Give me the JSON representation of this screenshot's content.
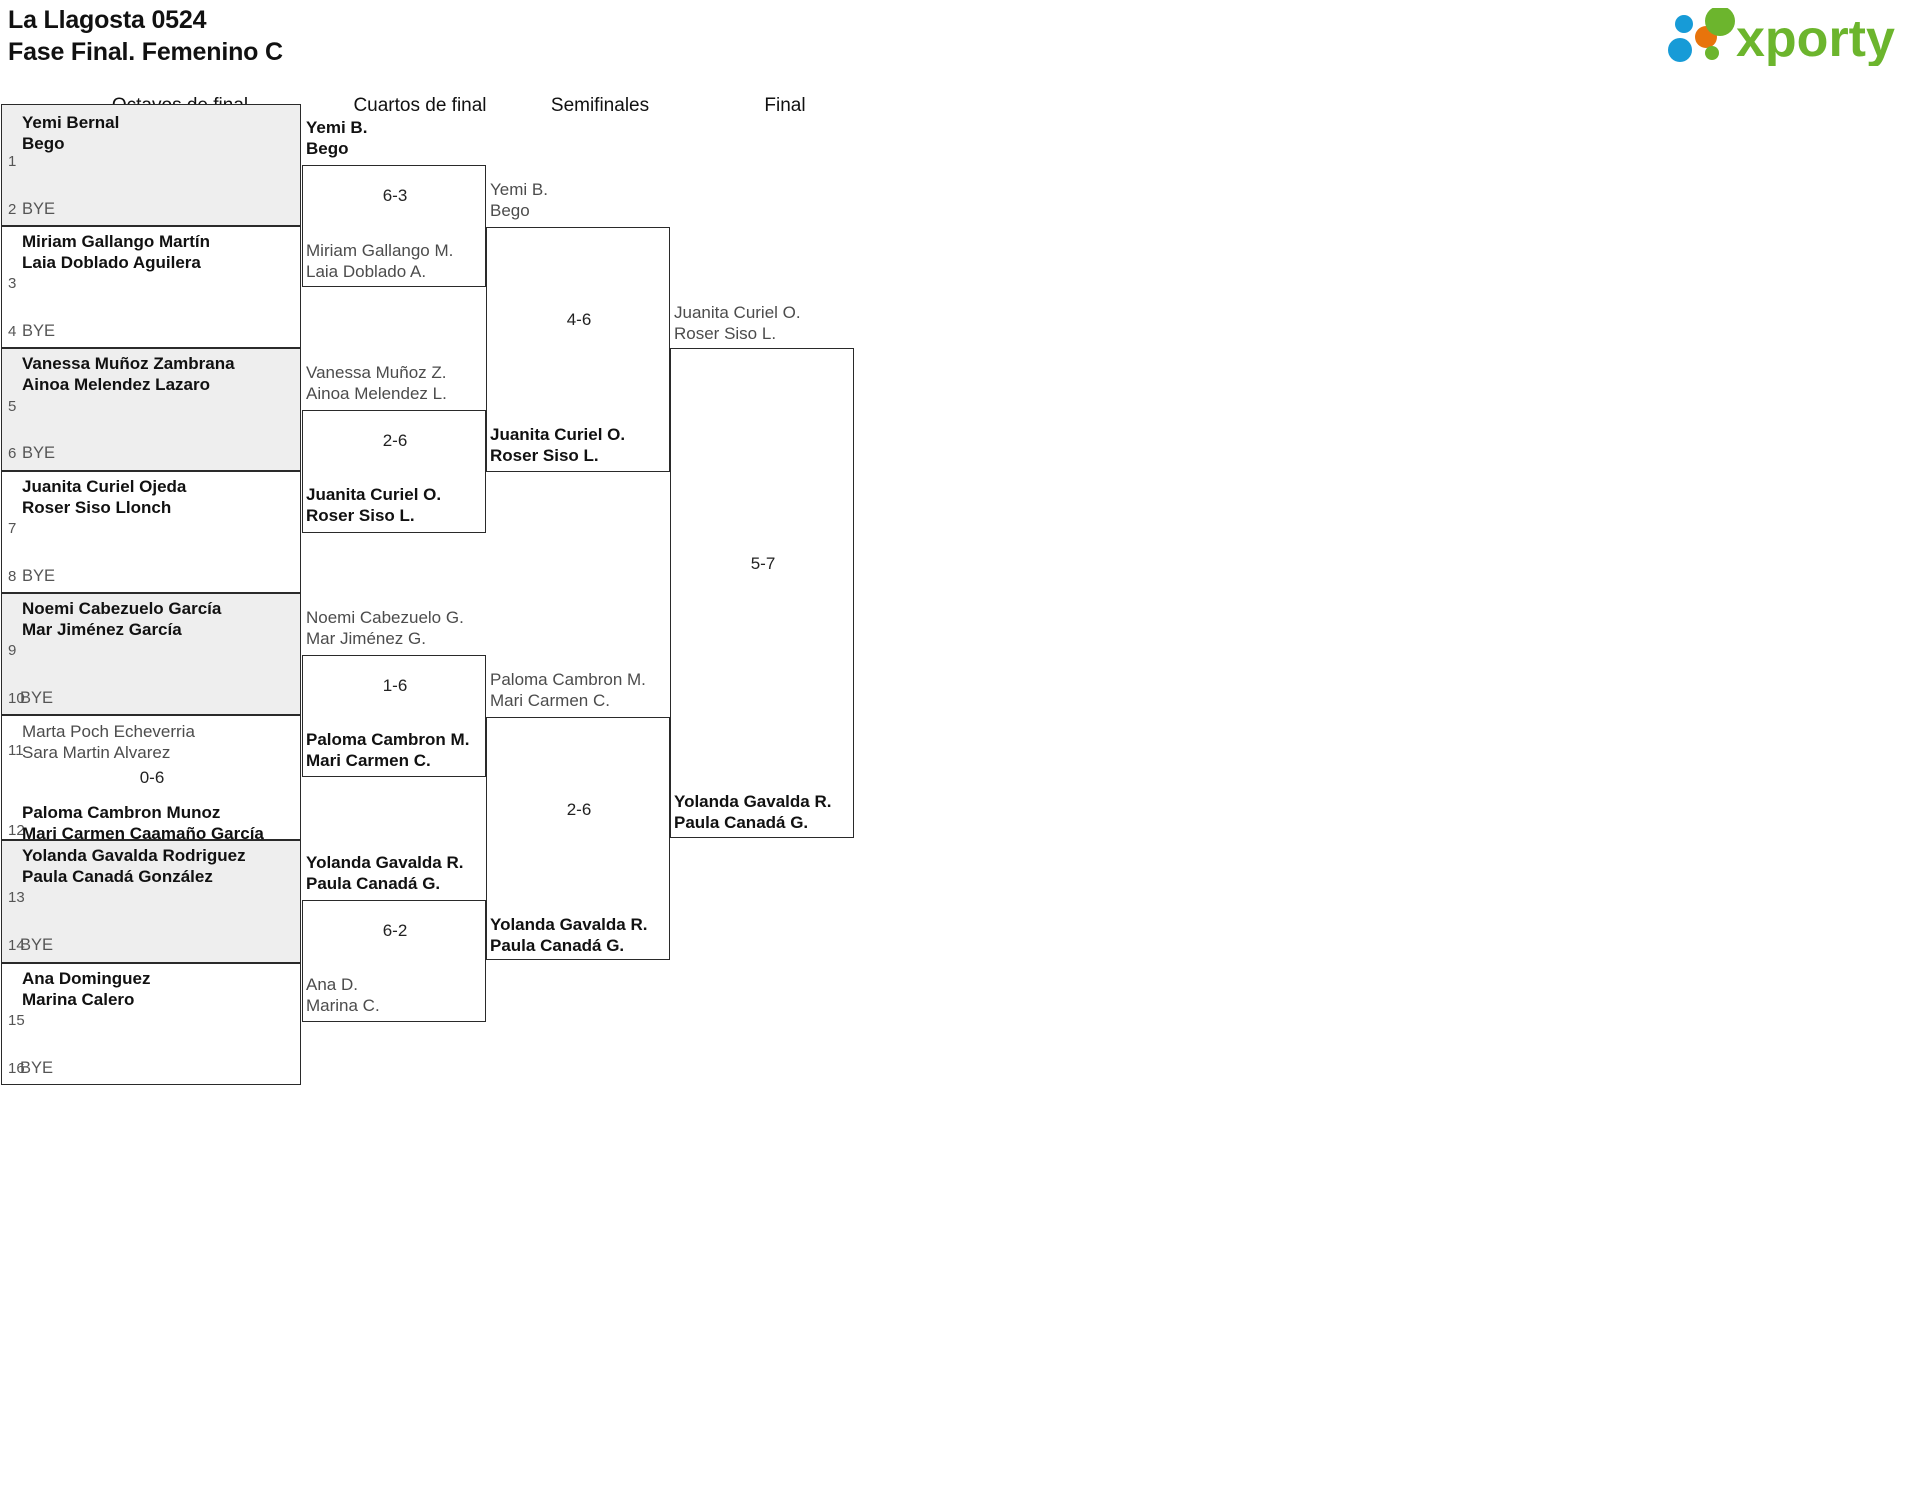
{
  "header": {
    "title_line1": "La Llagosta 0524",
    "title_line2": "Fase Final. Femenino C",
    "logo_text": "xporty",
    "logo_colors": {
      "green": "#6CB52D",
      "blue": "#179BD7",
      "orange": "#E8740C"
    }
  },
  "rounds": [
    {
      "label": "Octavos de final"
    },
    {
      "label": "Cuartos de final"
    },
    {
      "label": "Semifinales"
    },
    {
      "label": "Final"
    }
  ],
  "bye_label": "BYE",
  "round1": {
    "entries": [
      {
        "seed": "1",
        "line1": "Yemi Bernal",
        "line2": "Bego",
        "state": "win"
      },
      {
        "seed": "2",
        "line1": "BYE",
        "line2": "",
        "state": "bye"
      },
      {
        "seed": "3",
        "line1": "Miriam Gallango Martín",
        "line2": "Laia Doblado Aguilera",
        "state": "win"
      },
      {
        "seed": "4",
        "line1": "BYE",
        "line2": "",
        "state": "bye"
      },
      {
        "seed": "5",
        "line1": "Vanessa Muñoz Zambrana",
        "line2": "Ainoa Melendez Lazaro",
        "state": "win"
      },
      {
        "seed": "6",
        "line1": "BYE",
        "line2": "",
        "state": "bye"
      },
      {
        "seed": "7",
        "line1": "Juanita Curiel Ojeda",
        "line2": "Roser Siso Llonch",
        "state": "win"
      },
      {
        "seed": "8",
        "line1": "BYE",
        "line2": "",
        "state": "bye"
      },
      {
        "seed": "9",
        "line1": "Noemi Cabezuelo García",
        "line2": "Mar Jiménez García",
        "state": "win"
      },
      {
        "seed": "10",
        "line1": "BYE",
        "line2": "",
        "state": "bye"
      },
      {
        "seed": "11",
        "line1": "Marta Poch Echeverria",
        "line2": "Sara Martin Alvarez",
        "state": "lose"
      },
      {
        "seed": "12",
        "line1": "Paloma Cambron Munoz",
        "line2": "Mari Carmen Caamaño García",
        "state": "win"
      },
      {
        "seed": "13",
        "line1": "Yolanda Gavalda Rodriguez",
        "line2": "Paula Canadá González",
        "state": "win"
      },
      {
        "seed": "14",
        "line1": "BYE",
        "line2": "",
        "state": "bye"
      },
      {
        "seed": "15",
        "line1": "Ana Dominguez",
        "line2": "Marina Calero",
        "state": "win"
      },
      {
        "seed": "16",
        "line1": "BYE",
        "line2": "",
        "state": "bye"
      }
    ],
    "scores": [
      {
        "value": "0-6",
        "match": "11-12"
      }
    ]
  },
  "round2": {
    "matches": [
      {
        "top": {
          "line1": "Yemi B.",
          "line2": "Bego",
          "state": "win"
        },
        "bottom": {
          "line1": "Miriam Gallango M.",
          "line2": "Laia Doblado A.",
          "state": "lose"
        },
        "score": "6-3"
      },
      {
        "top": {
          "line1": "Vanessa Muñoz Z.",
          "line2": "Ainoa Melendez L.",
          "state": "lose"
        },
        "bottom": {
          "line1": "Juanita Curiel O.",
          "line2": "Roser Siso L.",
          "state": "win"
        },
        "score": "2-6"
      },
      {
        "top": {
          "line1": "Noemi Cabezuelo G.",
          "line2": "Mar Jiménez G.",
          "state": "lose"
        },
        "bottom": {
          "line1": "Paloma Cambron M.",
          "line2": "Mari Carmen C.",
          "state": "win"
        },
        "score": "1-6"
      },
      {
        "top": {
          "line1": "Yolanda Gavalda R.",
          "line2": "Paula Canadá G.",
          "state": "win"
        },
        "bottom": {
          "line1": "Ana D.",
          "line2": "Marina C.",
          "state": "lose"
        },
        "score": "6-2"
      }
    ]
  },
  "round3": {
    "matches": [
      {
        "top": {
          "line1": "Yemi B.",
          "line2": "Bego",
          "state": "lose"
        },
        "bottom": {
          "line1": "Juanita Curiel O.",
          "line2": "Roser Siso L.",
          "state": "win"
        },
        "score": "4-6"
      },
      {
        "top": {
          "line1": "Paloma Cambron M.",
          "line2": "Mari Carmen C.",
          "state": "lose"
        },
        "bottom": {
          "line1": "Yolanda Gavalda R.",
          "line2": "Paula Canadá G.",
          "state": "win"
        },
        "score": "2-6"
      }
    ]
  },
  "round4": {
    "matches": [
      {
        "top": {
          "line1": "Juanita Curiel O.",
          "line2": "Roser Siso L.",
          "state": "lose"
        },
        "bottom": {
          "line1": "Yolanda Gavalda R.",
          "line2": "Paula Canadá G.",
          "state": "win"
        },
        "score": "5-7"
      }
    ]
  }
}
